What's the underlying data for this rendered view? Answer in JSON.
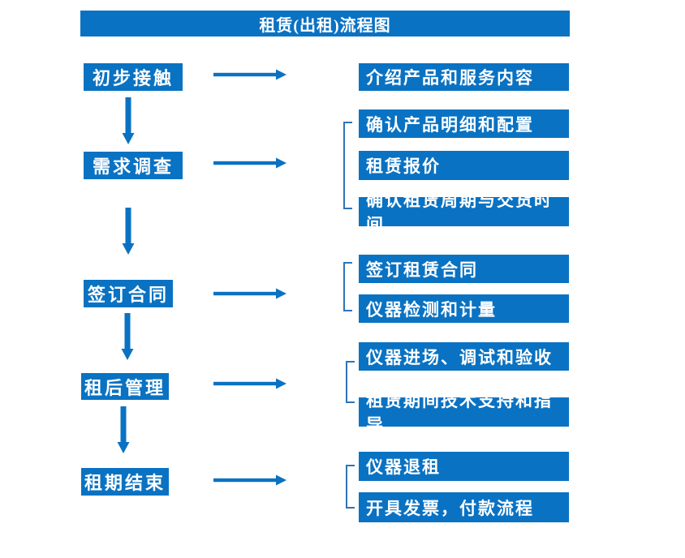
{
  "title": "租赁(出租)流程图",
  "colors": {
    "primary_blue": "#0a72c2",
    "bracket_blue": "#2e75b6",
    "text_white": "#ffffff",
    "background": "#ffffff"
  },
  "flow": {
    "steps": [
      {
        "label": "初步接触",
        "details": [
          "介绍产品和服务内容"
        ]
      },
      {
        "label": "需求调查",
        "details": [
          "确认产品明细和配置",
          "租赁报价",
          "确认租赁周期与交货时间"
        ]
      },
      {
        "label": "签订合同",
        "details": [
          "签订租赁合同",
          "仪器检测和计量"
        ]
      },
      {
        "label": "租后管理",
        "details": [
          "仪器进场、调试和验收",
          "租赁期间技术支持和指导"
        ]
      },
      {
        "label": "租期结束",
        "details": [
          "仪器退租",
          "开具发票，付款流程"
        ]
      }
    ]
  }
}
